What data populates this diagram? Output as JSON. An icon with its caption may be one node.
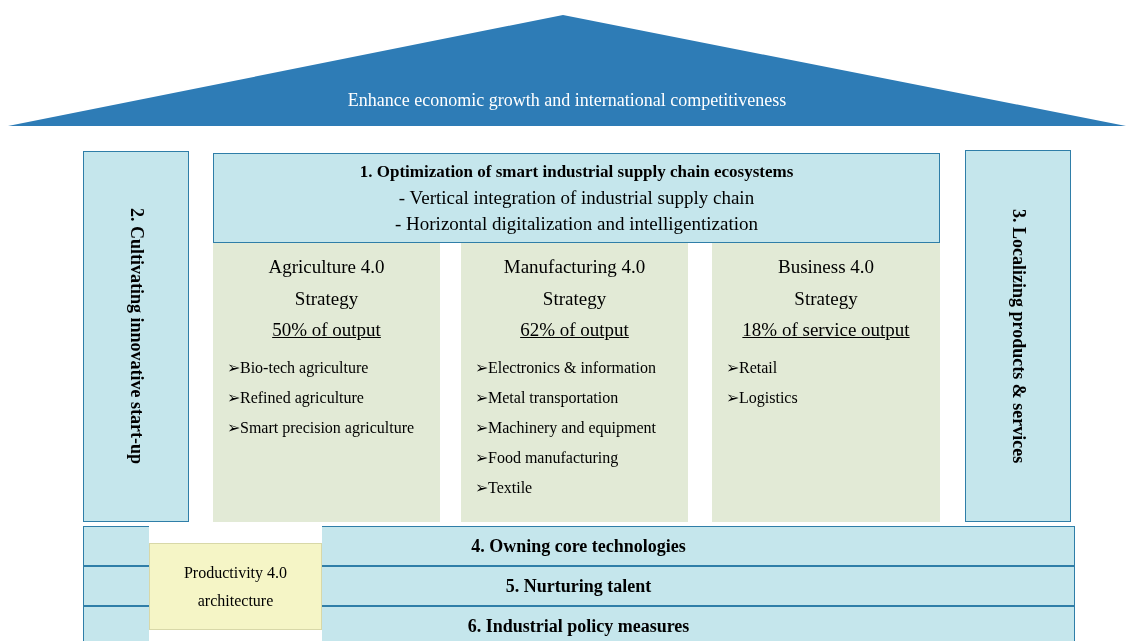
{
  "diagram": {
    "nodes": [
      {
        "text": [
          "Enhance economic growth and international competitiveness"
        ]
      },
      {
        "text": [
          "2. Cultivating innovative start-up"
        ]
      },
      {
        "text": [
          "1. Optimization of smart industrial supply chain ecosystems",
          "- Vertical integration of industrial supply chain",
          "- Horizontal digitalization and intelligentization"
        ]
      },
      {
        "text": [
          "3. Localizing products & services"
        ]
      },
      {
        "text": [
          "Agriculture 4.0 Strategy",
          "50% of output",
          "➢Bio-tech agriculture",
          "➢Refined agriculture",
          "➢Smart precision agriculture"
        ]
      },
      {
        "text": [
          "Manufacturing 4.0 Strategy",
          "62% of output",
          "➢Electronics & information",
          "➢Metal transportation",
          "➢Machinery and equipment",
          "➢Food manufacturing",
          "➢Textile"
        ]
      },
      {
        "text": [
          "Business 4.0 Strategy",
          "18% of service output",
          "➢Retail",
          "➢Logistics"
        ]
      },
      {
        "text": [
          "4. Owning core technologies"
        ]
      },
      {
        "text": [
          "5. Nurturing talent"
        ]
      },
      {
        "text": [
          "6. Industrial policy measures"
        ]
      },
      {
        "text": [
          "Productivity 4.0 architecture"
        ]
      }
    ]
  }
}
